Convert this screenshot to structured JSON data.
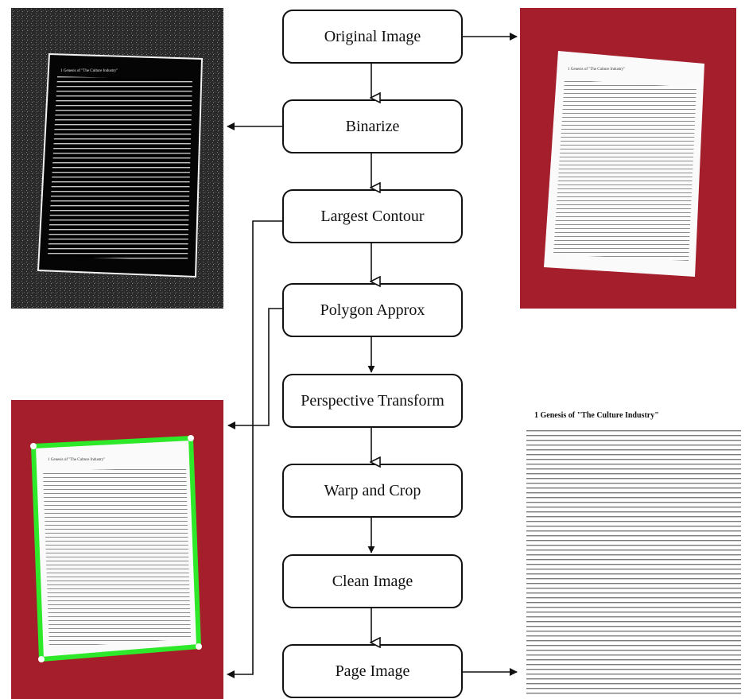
{
  "steps": [
    {
      "id": "original-image",
      "label": "Original Image"
    },
    {
      "id": "binarize",
      "label": "Binarize"
    },
    {
      "id": "largest-contour",
      "label": "Largest Contour"
    },
    {
      "id": "polygon-approx",
      "label": "Polygon Approx"
    },
    {
      "id": "perspective-transform",
      "label": "Perspective Transform"
    },
    {
      "id": "warp-and-crop",
      "label": "Warp and Crop"
    },
    {
      "id": "clean-image",
      "label": "Clean Image"
    },
    {
      "id": "page-image",
      "label": "Page Image"
    }
  ],
  "document": {
    "section": "1  Genesis of \"The Culture Industry\""
  },
  "colors": {
    "background_red": "#a41e2c",
    "contour_green": "#2ee82a",
    "binary_dark": "#222222",
    "stroke": "#111111"
  }
}
